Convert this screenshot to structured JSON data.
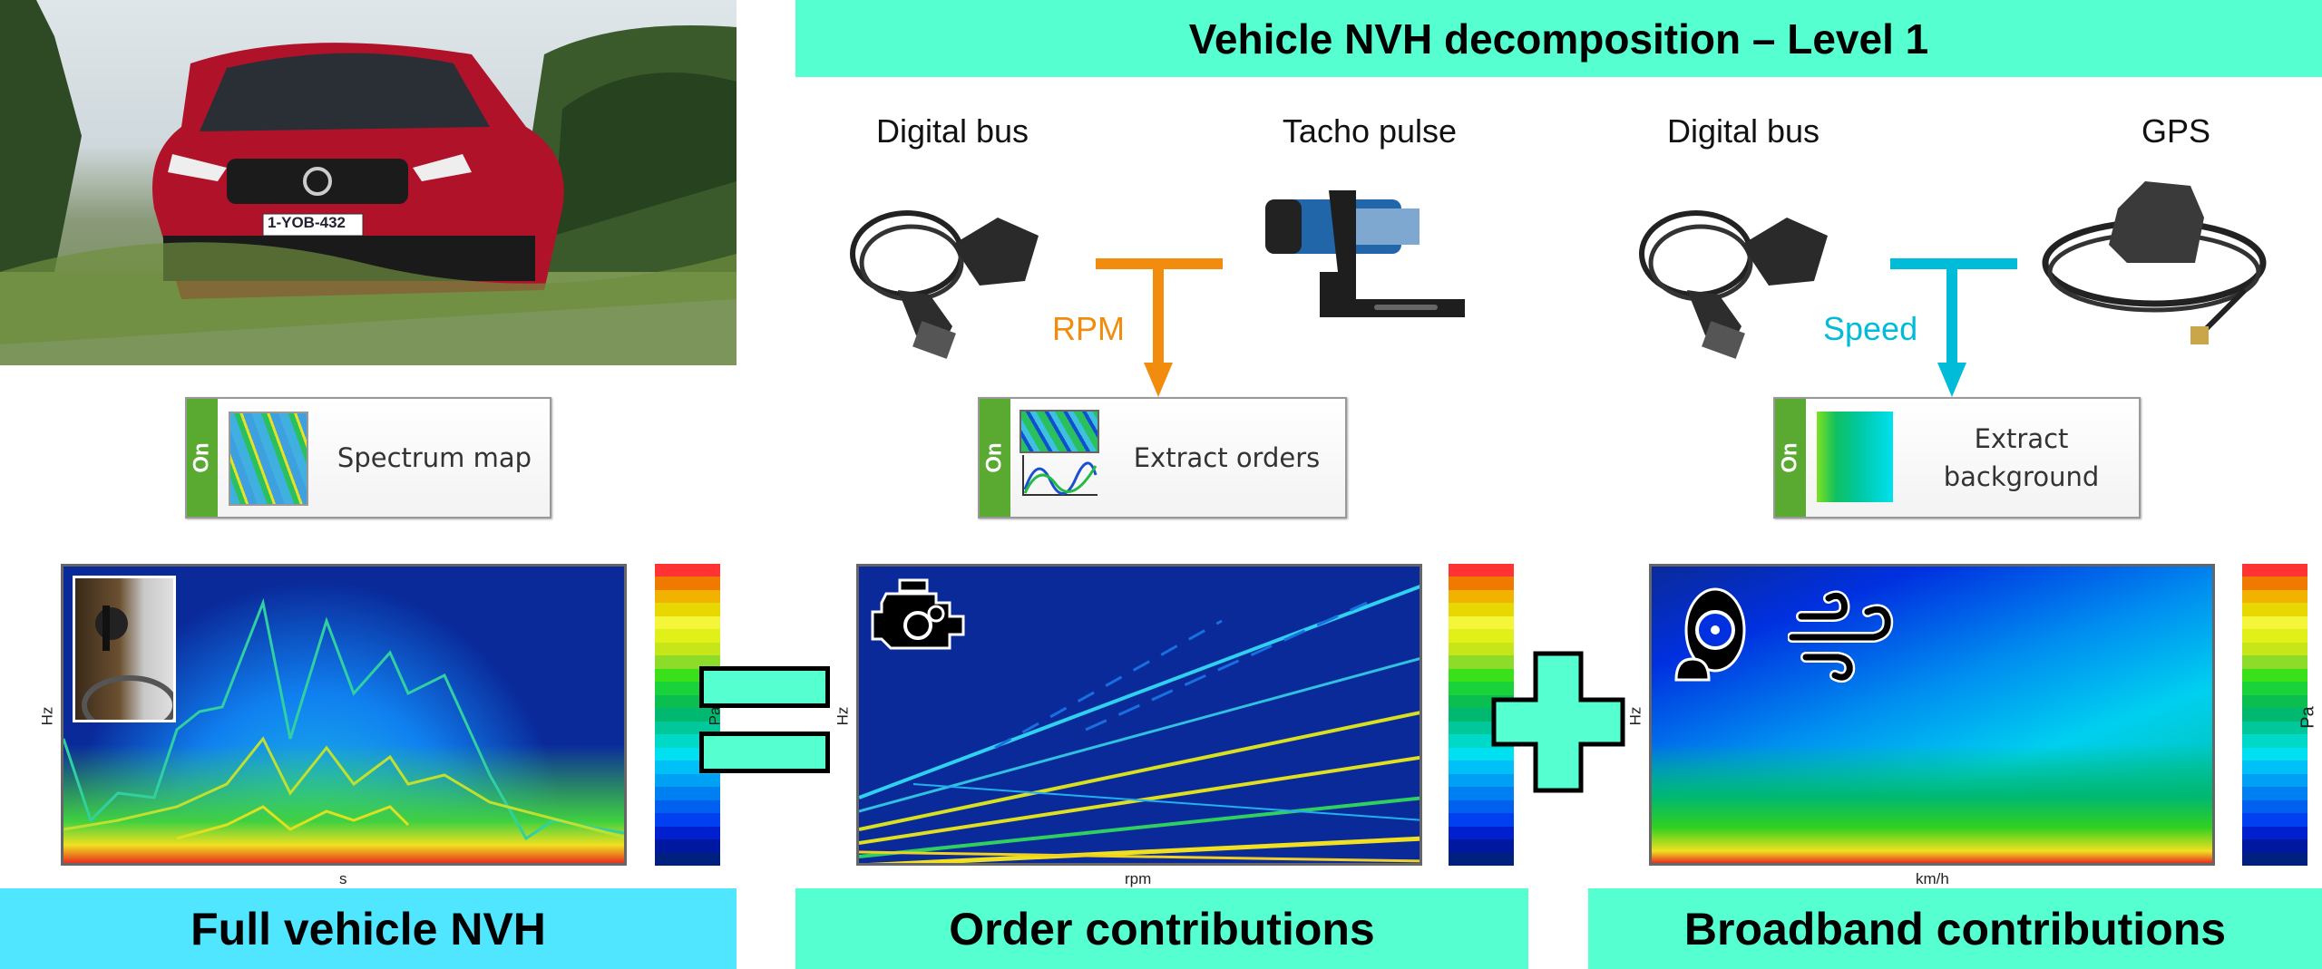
{
  "title": "Vehicle NVH decomposition – Level 1",
  "photo": {
    "license_plate": "1-YOB-432"
  },
  "sources": [
    {
      "label": "Digital bus"
    },
    {
      "label": "Tacho pulse"
    },
    {
      "label": "Digital bus"
    },
    {
      "label": "GPS"
    }
  ],
  "signals": {
    "rpm": "RPM",
    "speed": "Speed"
  },
  "buttons": [
    {
      "toggle": "On",
      "label": "Spectrum map"
    },
    {
      "toggle": "On",
      "label": "Extract orders"
    },
    {
      "toggle": "On",
      "label": "Extract background"
    }
  ],
  "plots": [
    {
      "xlabel": "s",
      "ylabel": "Hz",
      "cbar_label": "Pa"
    },
    {
      "xlabel": "rpm",
      "ylabel": "Hz"
    },
    {
      "xlabel": "km/h",
      "ylabel": "Hz",
      "cbar_label": "Pa"
    }
  ],
  "bottom_labels": {
    "full": "Full vehicle NVH",
    "orders": "Order contributions",
    "broadband": "Broadband contributions"
  },
  "colors": {
    "accent_teal": "#55ffd0",
    "accent_cyan": "#50e6ff",
    "rpm": "#f28c0f",
    "speed": "#00bcd8",
    "toggle_on": "#5aaa32"
  }
}
